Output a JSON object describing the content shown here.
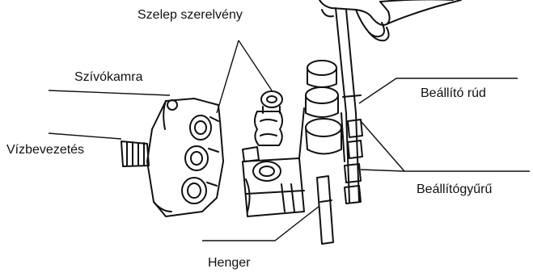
{
  "labels": {
    "valve_assembly": "Szelep szerelvény",
    "suction_chamber": "Szívókamra",
    "water_inlet": "Vízbevezetés",
    "adjusting_rod": "Beállító rúd",
    "adjusting_ring": "Beállítógyűrű",
    "cylinder": "Henger"
  },
  "colors": {
    "ink": "#111111",
    "background": "#ffffff"
  }
}
